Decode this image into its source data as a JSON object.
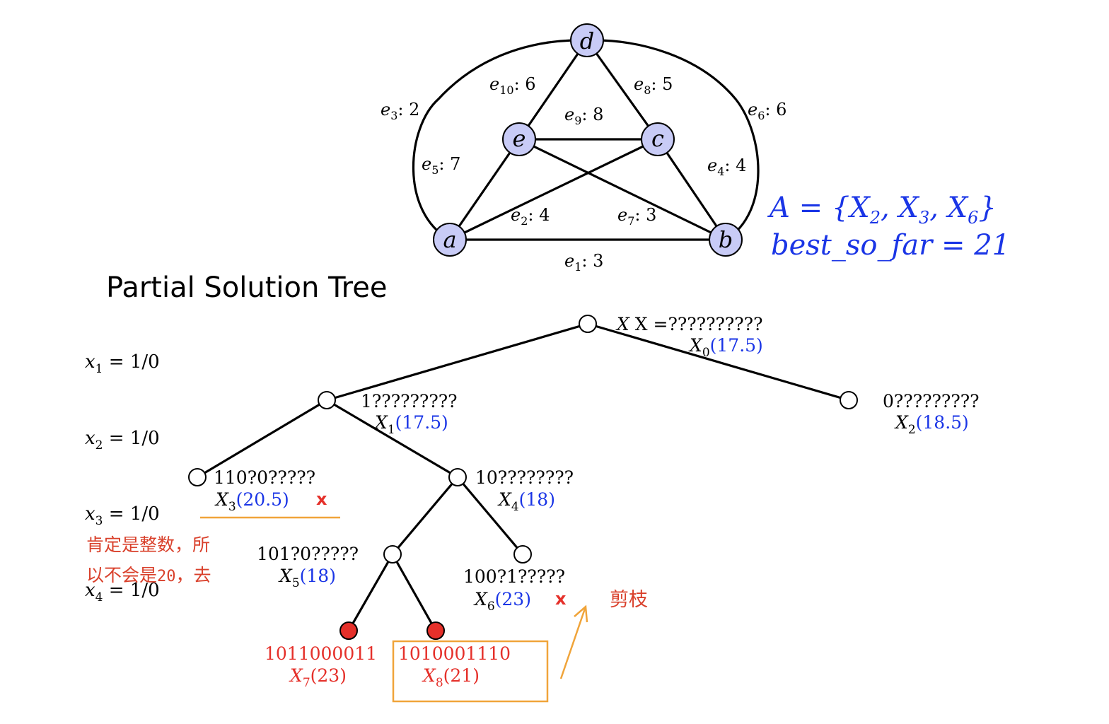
{
  "colors": {
    "node_fill": "#c8cbf6",
    "blue": "#1a35e6",
    "red": "#e5302a",
    "orange": "#f0a43a",
    "annotation_red": "#d9402b"
  },
  "graph": {
    "nodes": [
      {
        "id": "a",
        "label": "a"
      },
      {
        "id": "b",
        "label": "b"
      },
      {
        "id": "c",
        "label": "c"
      },
      {
        "id": "d",
        "label": "d"
      },
      {
        "id": "e",
        "label": "e"
      }
    ],
    "edges": [
      {
        "name": "e",
        "sub": "1",
        "weight": "3"
      },
      {
        "name": "e",
        "sub": "2",
        "weight": "4"
      },
      {
        "name": "e",
        "sub": "3",
        "weight": "2"
      },
      {
        "name": "e",
        "sub": "4",
        "weight": "4"
      },
      {
        "name": "e",
        "sub": "5",
        "weight": "7"
      },
      {
        "name": "e",
        "sub": "6",
        "weight": "6"
      },
      {
        "name": "e",
        "sub": "7",
        "weight": "3"
      },
      {
        "name": "e",
        "sub": "8",
        "weight": "5"
      },
      {
        "name": "e",
        "sub": "9",
        "weight": "8"
      },
      {
        "name": "e",
        "sub": "10",
        "weight": "6"
      }
    ]
  },
  "solution_set": {
    "lhs": "A = {",
    "items": [
      {
        "name": "X",
        "sub": "2"
      },
      {
        "name": "X",
        "sub": "3"
      },
      {
        "name": "X",
        "sub": "6"
      }
    ],
    "close": "}",
    "best_label": "best_so_far",
    "best_value": "= 21"
  },
  "tree_title": "Partial Solution Tree",
  "level_labels": [
    {
      "var": "x",
      "sub": "1",
      "value": "= 1/0"
    },
    {
      "var": "x",
      "sub": "2",
      "value": "= 1/0"
    },
    {
      "var": "x",
      "sub": "3",
      "value": "= 1/0"
    },
    {
      "var": "x",
      "sub": "4",
      "value": "= 1/0"
    }
  ],
  "tree_nodes": [
    {
      "id": "X0",
      "pattern": "X =??????????",
      "name": "X",
      "sub": "0",
      "bound": "(17.5)",
      "pruned": false
    },
    {
      "id": "X1",
      "pattern": "1?????????",
      "name": "X",
      "sub": "1",
      "bound": "(17.5)",
      "pruned": false
    },
    {
      "id": "X2",
      "pattern": "0?????????",
      "name": "X",
      "sub": "2",
      "bound": "(18.5)",
      "pruned": false
    },
    {
      "id": "X3",
      "pattern": "110?0?????",
      "name": "X",
      "sub": "3",
      "bound": "(20.5)",
      "pruned": true
    },
    {
      "id": "X4",
      "pattern": "10????????",
      "name": "X",
      "sub": "4",
      "bound": "(18)",
      "pruned": false
    },
    {
      "id": "X5",
      "pattern": "101?0?????",
      "name": "X",
      "sub": "5",
      "bound": "(18)",
      "pruned": false
    },
    {
      "id": "X6",
      "pattern": "100?1?????",
      "name": "X",
      "sub": "6",
      "bound": "(23)",
      "pruned": true
    },
    {
      "id": "X7",
      "pattern": "1011000011",
      "name": "X",
      "sub": "7",
      "bound": "(23)",
      "pruned": false
    },
    {
      "id": "X8",
      "pattern": "1010001110",
      "name": "X",
      "sub": "8",
      "bound": "(21)",
      "pruned": false
    }
  ],
  "prune_mark": "x",
  "annotations": {
    "note_line1": "肯定是整数，所",
    "note_line2a": "以不会是",
    "note_line2_num": "20",
    "note_line2b": "，去",
    "prune_label": "剪枝"
  }
}
